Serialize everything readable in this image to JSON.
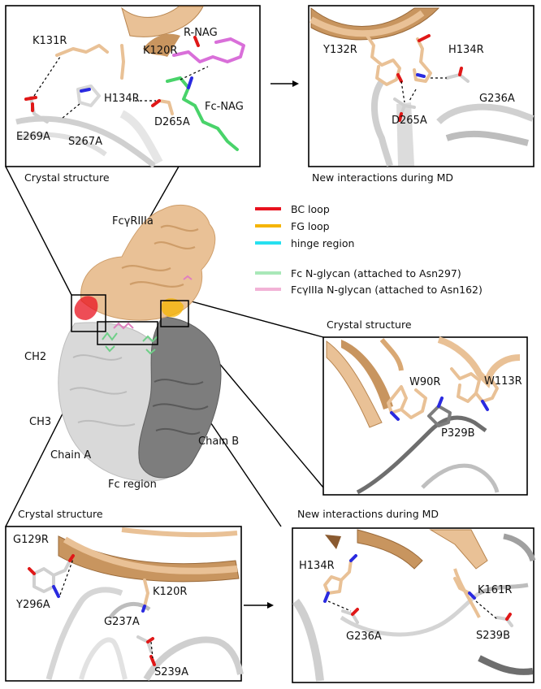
{
  "captions": {
    "crystal_structure": "Crystal structure",
    "new_interactions": "New interactions during MD"
  },
  "legend": {
    "items": [
      {
        "label": "BC loop",
        "color": "#e8121e"
      },
      {
        "label": "FG loop",
        "color": "#f5b400"
      },
      {
        "label": "hinge region",
        "color": "#27e0f0"
      },
      {
        "label": "Fc N-glycan (attached to Asn297)",
        "color": "#a9e8b8"
      },
      {
        "label": "FcγIIIa N-glycan (attached to Asn162)",
        "color": "#f2b2d6"
      }
    ]
  },
  "center": {
    "receptor": "FcγRIIIa",
    "ch2": "CH2",
    "ch3": "CH3",
    "chain_a": "Chain A",
    "chain_b": "Chain B",
    "fc_region": "Fc region"
  },
  "panel_top_left": {
    "residues": [
      "K131R",
      "K120R",
      "R-NAG",
      "H134R",
      "Fc-NAG",
      "D265A",
      "E269A",
      "S267A"
    ]
  },
  "panel_top_right": {
    "residues": [
      "Y132R",
      "H134R",
      "D265A",
      "G236A"
    ]
  },
  "panel_mid_right": {
    "residues": [
      "W90R",
      "W113R",
      "P329B"
    ]
  },
  "panel_bottom_left": {
    "residues": [
      "G129R",
      "Y296A",
      "K120R",
      "G237A",
      "S239A"
    ]
  },
  "panel_bottom_right": {
    "residues": [
      "H134R",
      "K161R",
      "G236A",
      "S239B"
    ]
  },
  "colors": {
    "receptor": "#e9c196",
    "receptor_dark": "#c8955f",
    "chain_a": "#d9d9d9",
    "chain_b": "#7d7d7d",
    "stick_oxygen": "#e01818",
    "stick_nitrogen": "#2a2ae0",
    "nag_r": "#d96fd9",
    "nag_fc": "#49d36a"
  }
}
